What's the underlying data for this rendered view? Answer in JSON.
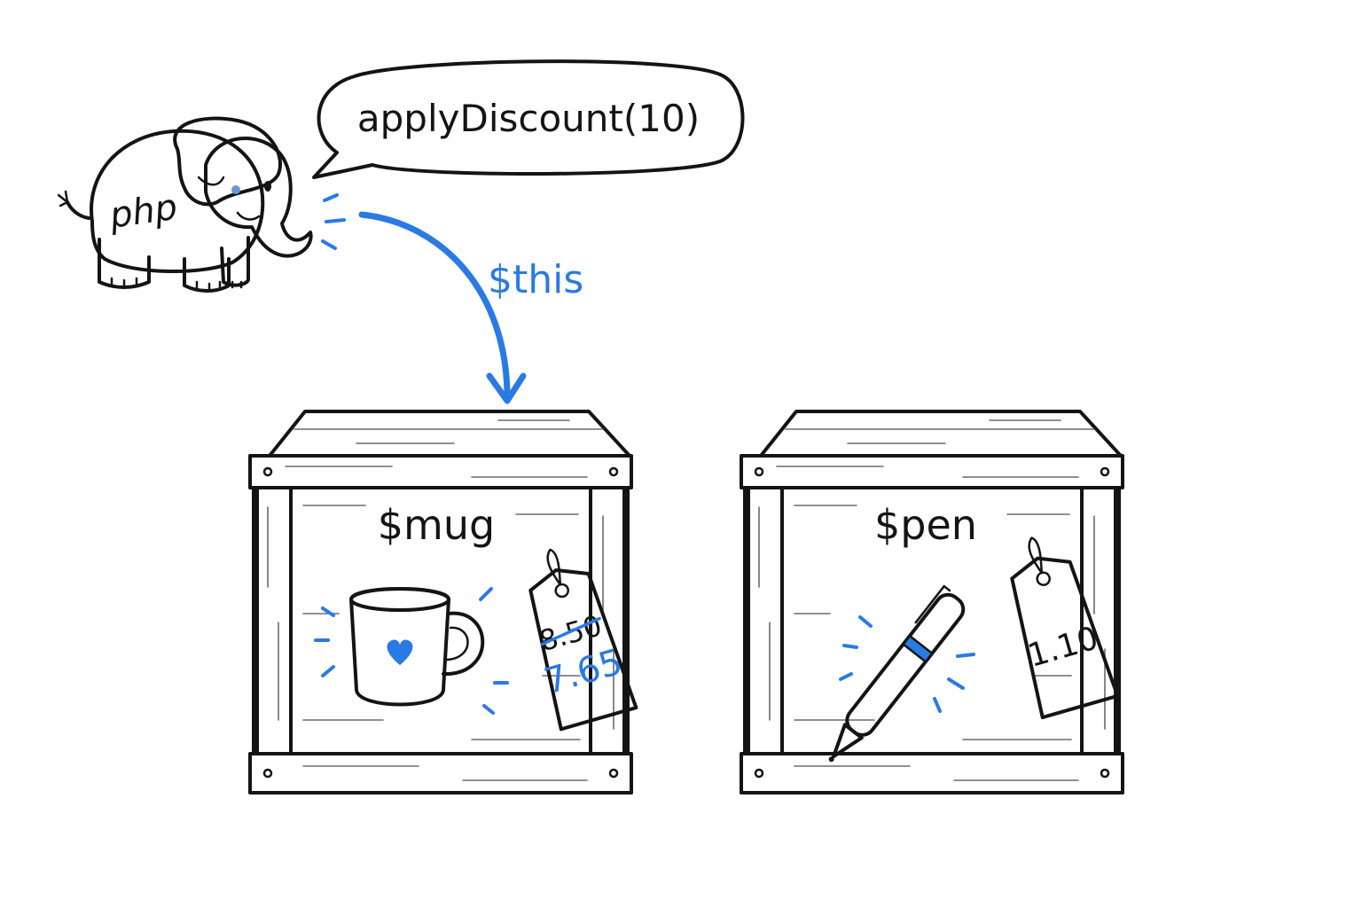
{
  "colors": {
    "accent": "#2a7ae4",
    "ink": "#141414",
    "elephant": "#8fb0ec",
    "background": "#ffffff"
  },
  "elephant": {
    "label": "php",
    "icon": "elephant-icon"
  },
  "speech_bubble": {
    "text": "applyDiscount(10)"
  },
  "arrow": {
    "label": "$this"
  },
  "crates": [
    {
      "label": "$mug",
      "item_icon": "mug-icon",
      "tag": {
        "old_price": "8.50",
        "new_price": "7.65"
      }
    },
    {
      "label": "$pen",
      "item_icon": "pen-icon",
      "tag": {
        "price": "1.10"
      }
    }
  ]
}
